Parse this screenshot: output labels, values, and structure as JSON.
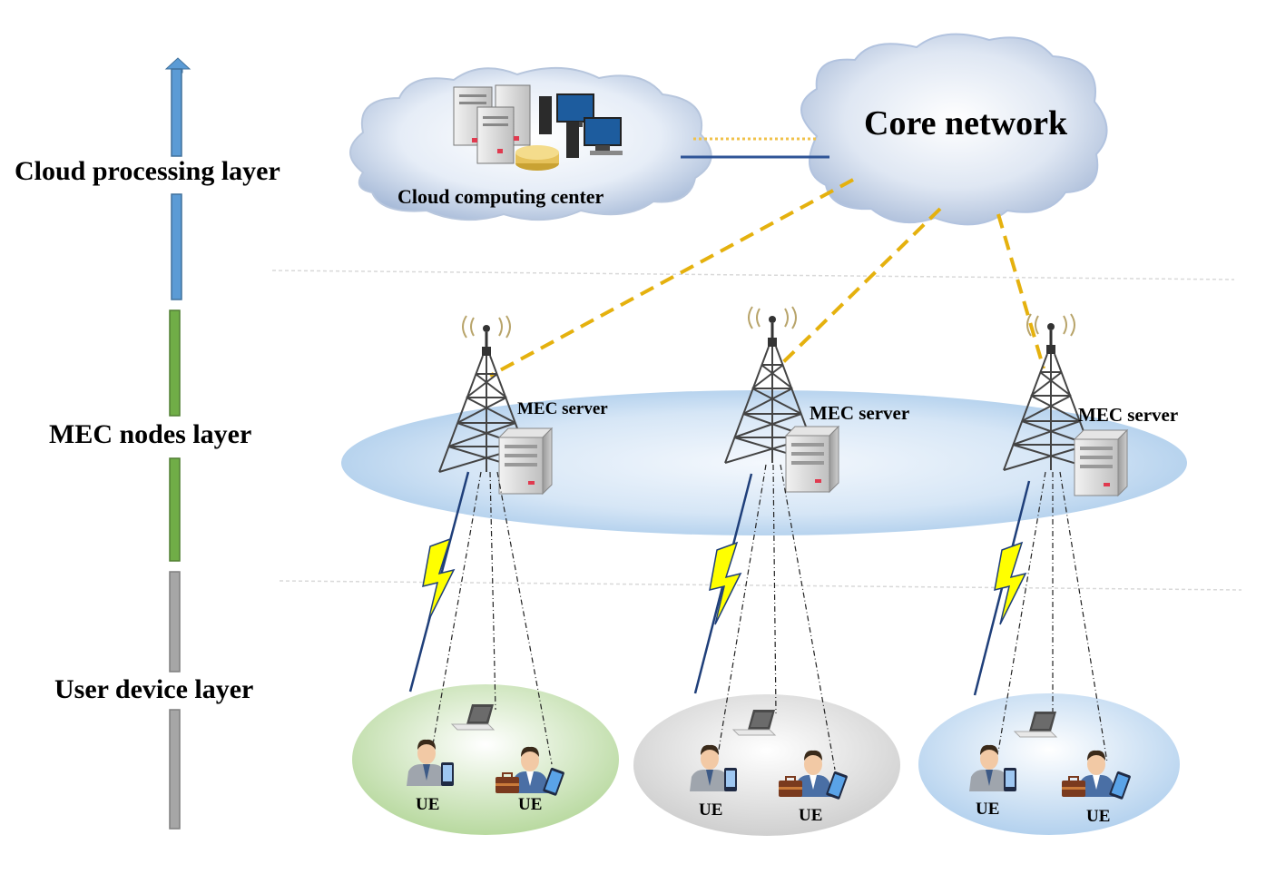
{
  "layers": {
    "cloud": "Cloud processing layer",
    "mec": "MEC nodes layer",
    "user": "User device layer"
  },
  "cloud_center": {
    "label": "Cloud computing center"
  },
  "core_network": {
    "label": "Core network"
  },
  "mec_nodes": [
    {
      "server_label": "MEC server",
      "ue_left": "UE",
      "ue_right": "UE"
    },
    {
      "server_label": "MEC server",
      "ue_left": "UE",
      "ue_right": "UE"
    },
    {
      "server_label": "MEC server",
      "ue_left": "UE",
      "ue_right": "UE"
    }
  ],
  "colors": {
    "cloud_layer_bar": "#5b9bd5",
    "mec_layer_bar": "#70ad47",
    "user_layer_bar": "#a6a6a6",
    "dashed_link": "#e5b10e",
    "fiber_link": "#2f5597",
    "cluster_green": "#c9e3b4",
    "cluster_gray": "#d9d9d9",
    "cluster_blue": "#bdd7ee",
    "lightning": "#ffff00"
  }
}
